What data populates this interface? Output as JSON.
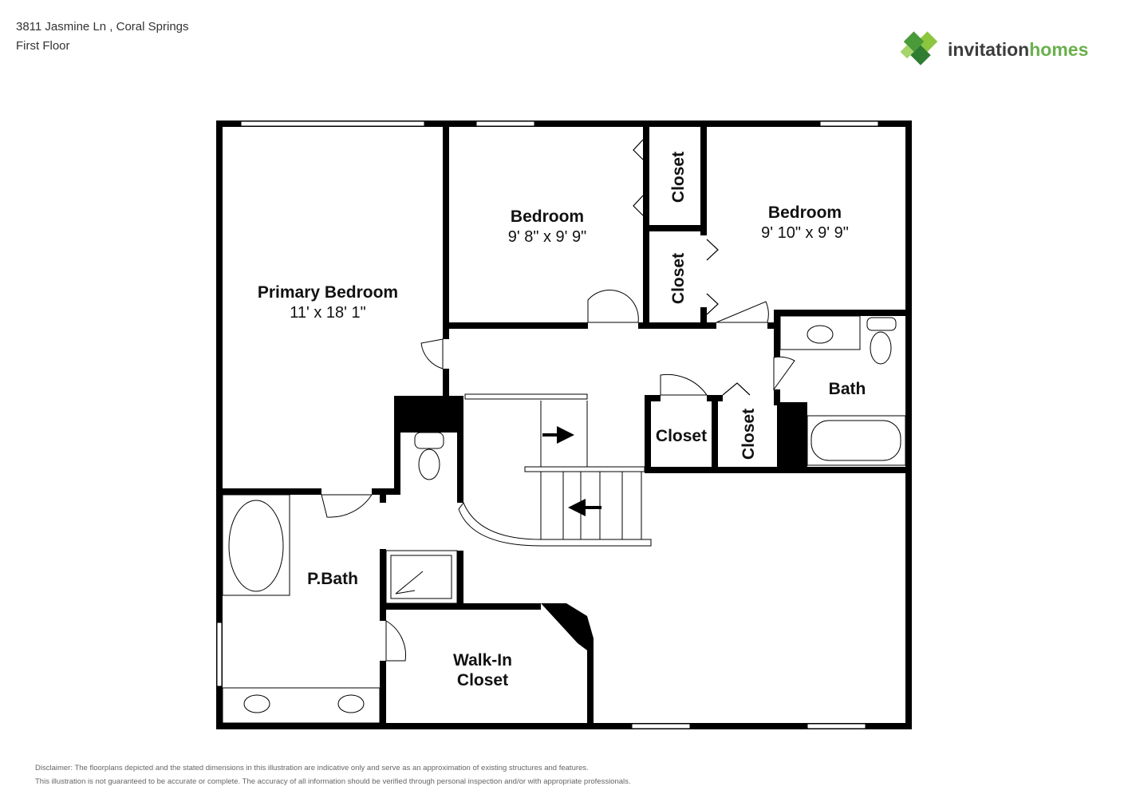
{
  "header": {
    "address": "3811 Jasmine Ln , Coral Springs",
    "floor": "First Floor"
  },
  "brand": {
    "name_part1": "invitation",
    "name_part2": "homes",
    "color_dark": "#3d3d3d",
    "color_green": "#6ab04c"
  },
  "rooms": {
    "primary_bedroom": {
      "label": "Primary Bedroom",
      "dims": "11' x 18' 1\""
    },
    "bedroom_1": {
      "label": "Bedroom",
      "dims": "9' 8\" x 9' 9\""
    },
    "bedroom_2": {
      "label": "Bedroom",
      "dims": "9' 10\" x 9' 9\""
    },
    "closet_1": {
      "label": "Closet"
    },
    "closet_2": {
      "label": "Closet"
    },
    "closet_3": {
      "label": "Closet"
    },
    "closet_4": {
      "label": "Closet"
    },
    "bath": {
      "label": "Bath"
    },
    "p_bath": {
      "label": "P.Bath"
    },
    "walk_in_closet": {
      "line1": "Walk-In",
      "line2": "Closet"
    }
  },
  "disclaimer": {
    "line1": "Disclaimer: The floorplans depicted and the stated dimensions in this illustration are indicative only and serve as an approximation of existing structures and features.",
    "line2": "This illustration is not guaranteed to be accurate or complete. The accuracy of all information should be verified through personal inspection and/or with appropriate professionals."
  }
}
